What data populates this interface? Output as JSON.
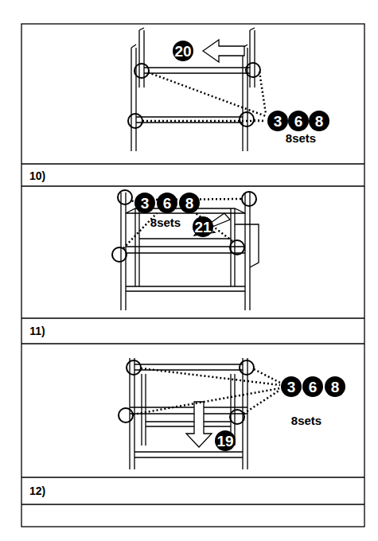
{
  "diagram": {
    "labels": [
      "20",
      "3",
      "6",
      "8",
      "8sets",
      "10)",
      "3",
      "6",
      "8",
      "8sets",
      "21",
      "11)",
      "3",
      "6",
      "8",
      "8sets",
      "19",
      "12)"
    ]
  }
}
